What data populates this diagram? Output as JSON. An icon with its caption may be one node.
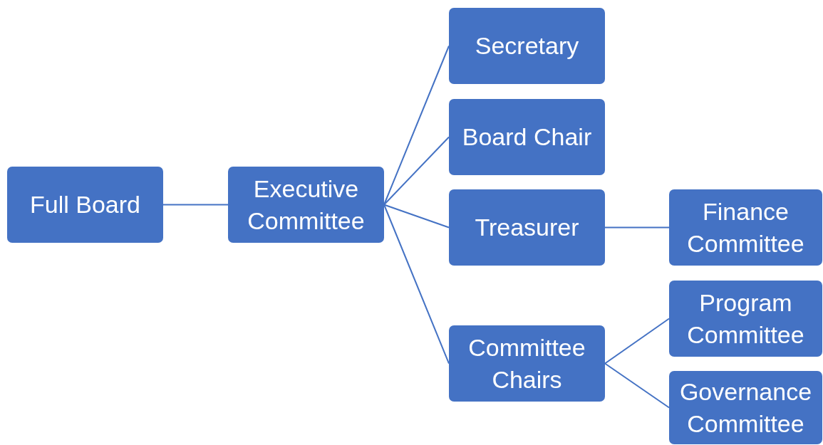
{
  "diagram": {
    "nodes": [
      {
        "text": [
          "Full Board"
        ]
      },
      {
        "text": [
          "Executive Committee"
        ]
      },
      {
        "text": [
          "Secretary"
        ]
      },
      {
        "text": [
          "Board Chair"
        ]
      },
      {
        "text": [
          "Treasurer"
        ]
      },
      {
        "text": [
          "Committee Chairs"
        ]
      },
      {
        "text": [
          "Finance Committee"
        ]
      },
      {
        "text": [
          "Program Committee"
        ]
      },
      {
        "text": [
          "Governance Committee"
        ]
      }
    ],
    "edges": [
      {
        "from": 0,
        "to": 1,
        "arrow": "none"
      },
      {
        "from": 1,
        "to": 2,
        "arrow": "none"
      },
      {
        "from": 1,
        "to": 3,
        "arrow": "none"
      },
      {
        "from": 1,
        "to": 4,
        "arrow": "none"
      },
      {
        "from": 1,
        "to": 5,
        "arrow": "none"
      },
      {
        "from": 4,
        "to": 6,
        "arrow": "none"
      },
      {
        "from": 5,
        "to": 7,
        "arrow": "none"
      },
      {
        "from": 5,
        "to": 8,
        "arrow": "none"
      }
    ]
  }
}
